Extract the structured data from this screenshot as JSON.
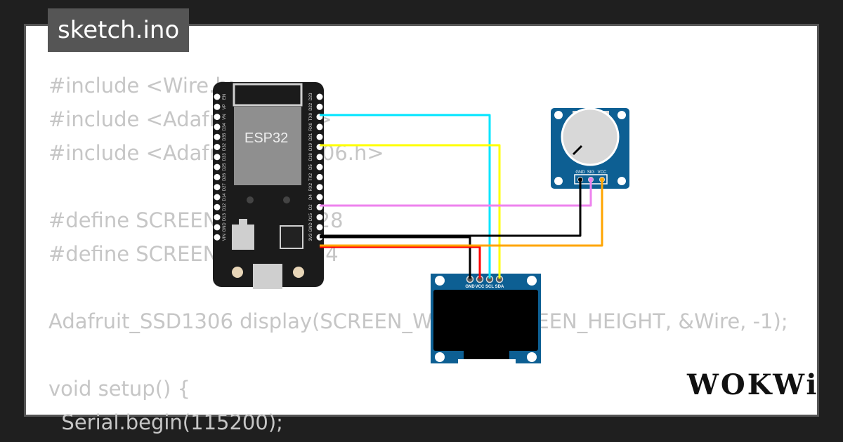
{
  "file_tab": {
    "label": "sketch.ino"
  },
  "code_lines": [
    "#include <Wire.h>",
    "#include <Adafruit_GFX.h>",
    "#include <Adafruit_SSD1306.h>",
    "",
    "#define SCREEN_WIDTH 128",
    "#define SCREEN_HEIGHT 64",
    "",
    "Adafruit_SSD1306 display(SCREEN_WIDTH, SCREEN_HEIGHT, &Wire, -1);",
    "",
    "void setup() {",
    "  Serial.begin(115200);"
  ],
  "esp32": {
    "label": "ESP32",
    "left_pins": [
      "EN",
      "VP",
      "VN",
      "D34",
      "D35",
      "D32",
      "D33",
      "D25",
      "D26",
      "D27",
      "D14",
      "D12",
      "D13",
      "GND",
      "VIN"
    ],
    "right_pins": [
      "D23",
      "D22",
      "TX0",
      "RX0",
      "D21",
      "D19",
      "D18",
      "D5",
      "TX2",
      "RX2",
      "D4",
      "D2",
      "D15",
      "GND",
      "3V3"
    ]
  },
  "oled": {
    "pins": [
      "GND",
      "VCC",
      "SCL",
      "SDA"
    ]
  },
  "potentiometer": {
    "pins": [
      "GND",
      "SIG",
      "VCC"
    ]
  },
  "wire_colors": {
    "scl": "#00e5ff",
    "sda": "#ffff00",
    "sig": "#ee82ee",
    "gnd": "#000000",
    "vcc_oled": "#ff0000",
    "vcc_pot": "#ffa500"
  },
  "brand": {
    "logo_text": "WOKWi"
  }
}
